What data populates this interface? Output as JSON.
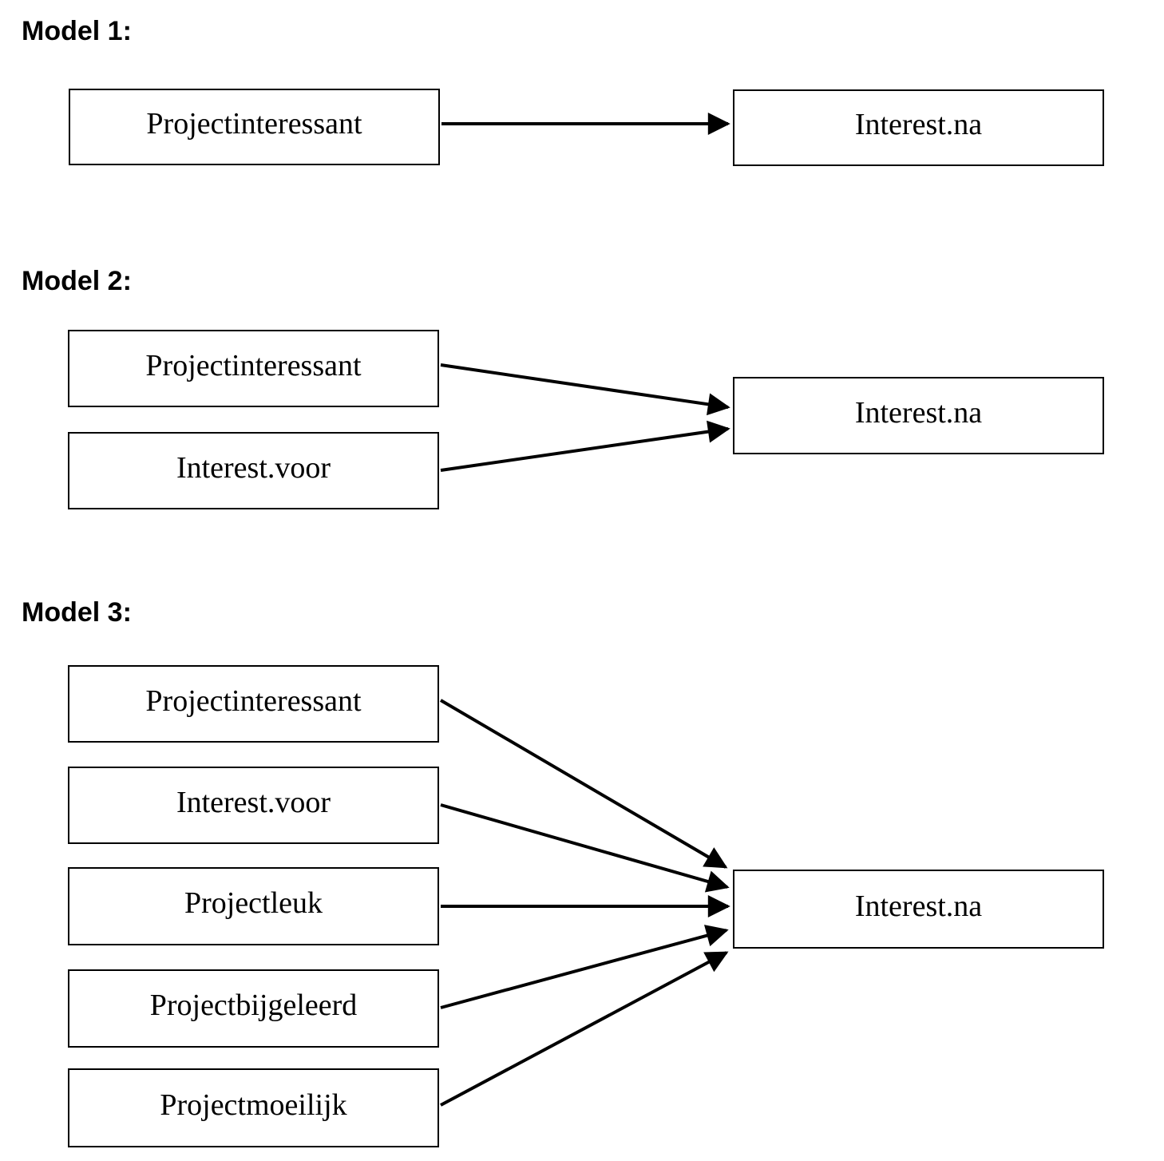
{
  "page": {
    "background": "#ffffff",
    "ink": "#000000"
  },
  "models": [
    {
      "label": "Model 1:",
      "predictors": [
        "Projectinteressant"
      ],
      "outcome": "Interest.na",
      "edges": [
        {
          "from": "Projectinteressant",
          "to": "Interest.na"
        }
      ]
    },
    {
      "label": "Model 2:",
      "predictors": [
        "Projectinteressant",
        "Interest.voor"
      ],
      "outcome": "Interest.na",
      "edges": [
        {
          "from": "Projectinteressant",
          "to": "Interest.na"
        },
        {
          "from": "Interest.voor",
          "to": "Interest.na"
        }
      ]
    },
    {
      "label": "Model 3:",
      "predictors": [
        "Projectinteressant",
        "Interest.voor",
        "Projectleuk",
        "Projectbijgeleerd",
        "Projectmoeilijk"
      ],
      "outcome": "Interest.na",
      "edges": [
        {
          "from": "Projectinteressant",
          "to": "Interest.na"
        },
        {
          "from": "Interest.voor",
          "to": "Interest.na"
        },
        {
          "from": "Projectleuk",
          "to": "Interest.na"
        },
        {
          "from": "Projectbijgeleerd",
          "to": "Interest.na"
        },
        {
          "from": "Projectmoeilijk",
          "to": "Interest.na"
        }
      ]
    }
  ]
}
